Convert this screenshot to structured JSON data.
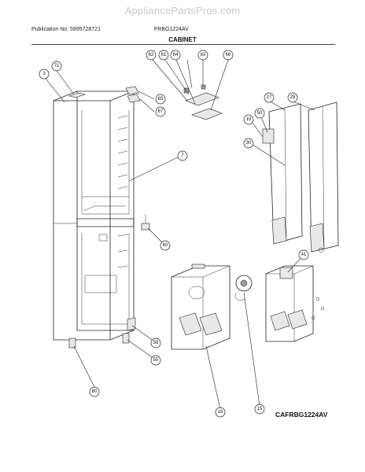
{
  "header": {
    "watermark": "AppliancePartsPros.com",
    "publication": "Publication No: 5995728721",
    "model": "FRBG1224AV",
    "section_title": "CABINET"
  },
  "diagram_code": "CAFRBG1224AV",
  "callouts": [
    "71",
    "3",
    "62",
    "61",
    "64",
    "63",
    "66",
    "65",
    "67",
    "7",
    "27",
    "28",
    "50",
    "19",
    "30",
    "60",
    "41",
    "58",
    "55",
    "80",
    "18",
    "15"
  ]
}
